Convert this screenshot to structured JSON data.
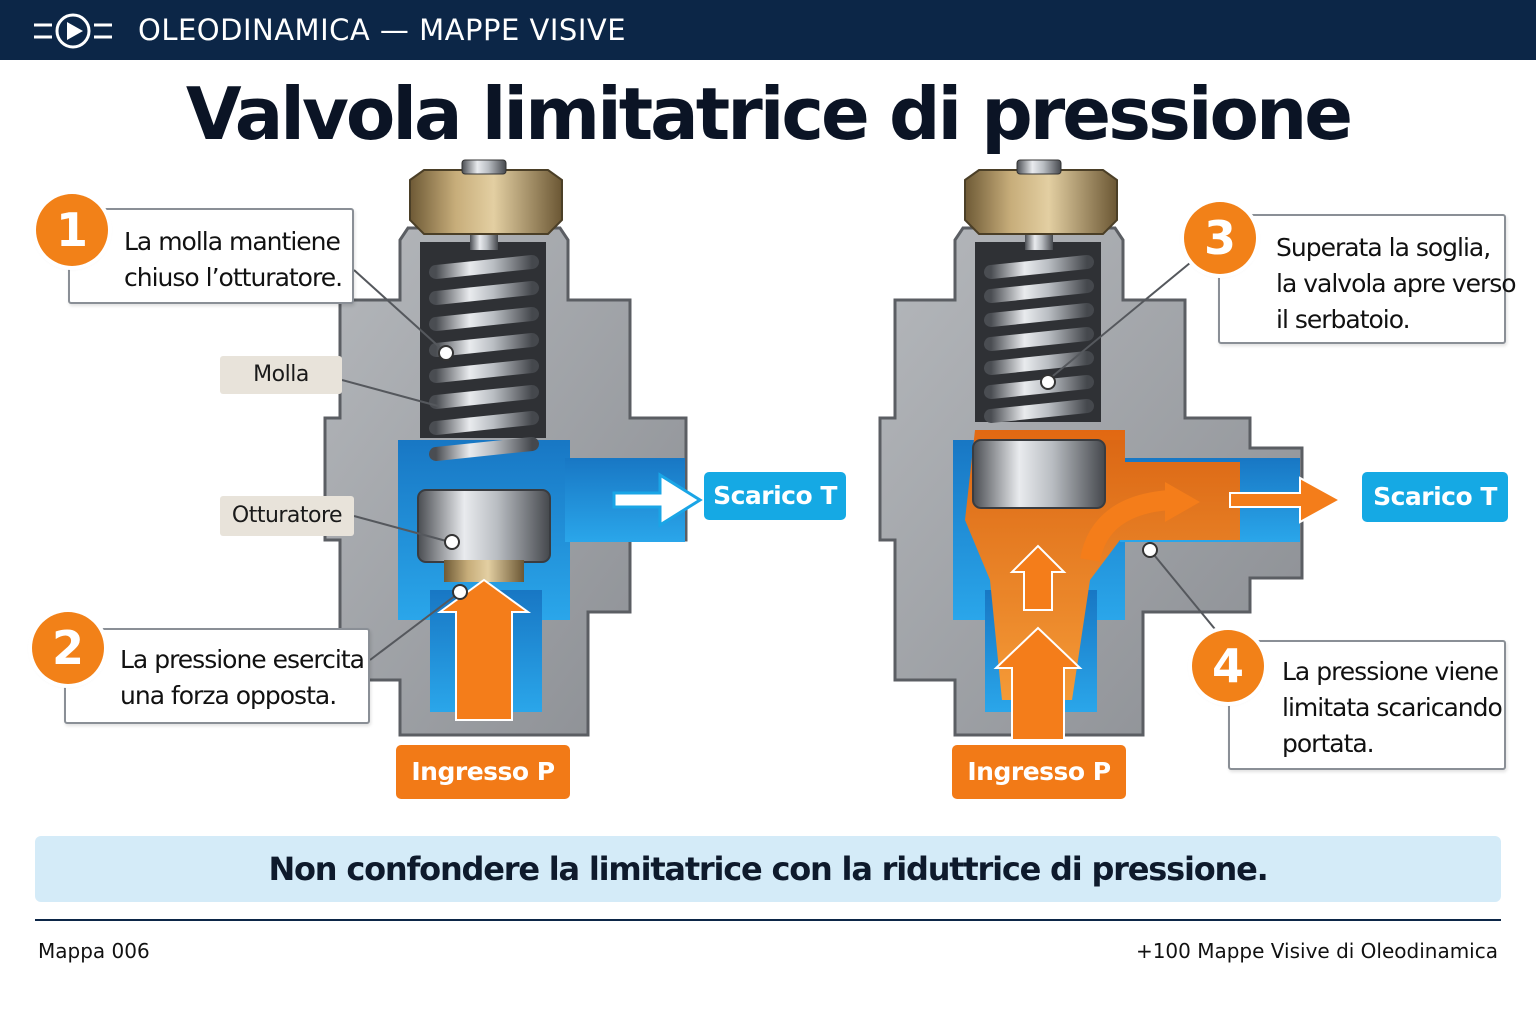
{
  "header": {
    "series_title": "OLEODINAMICA — MAPPE VISIVE",
    "logo_icon": "valve-symbol-icon"
  },
  "title": "Valvola limitatrice di pressione",
  "left_valve": {
    "callout_1": {
      "number": "1",
      "lines": [
        "La molla mantiene",
        "chiuso l’otturatore."
      ]
    },
    "callout_2": {
      "number": "2",
      "lines": [
        "La pressione esercita",
        "una forza opposta."
      ]
    },
    "label_spring": "Molla",
    "label_poppet": "Otturatore",
    "inlet": "Ingresso P",
    "outlet": "Scarico T"
  },
  "right_valve": {
    "callout_3": {
      "number": "3",
      "lines": [
        "Superata la soglia,",
        "la valvola apre verso",
        "il serbatoio."
      ]
    },
    "callout_4": {
      "number": "4",
      "lines": [
        "La pressione viene",
        "limitata scaricando",
        "portata."
      ]
    },
    "inlet": "Ingresso P",
    "outlet": "Scarico T"
  },
  "note": "Non confondere la limitatrice con la riduttrice di pressione.",
  "footer": {
    "map_id": "Mappa 006",
    "collection": "+100 Mappe Visive di Oleodinamica"
  },
  "colors": {
    "header_bg": "#0c2647",
    "accent_orange": "#f28118",
    "accent_blue": "#15a9e4",
    "fluid_blue": "#1e8fd6",
    "note_bg": "#d4ebf8"
  }
}
